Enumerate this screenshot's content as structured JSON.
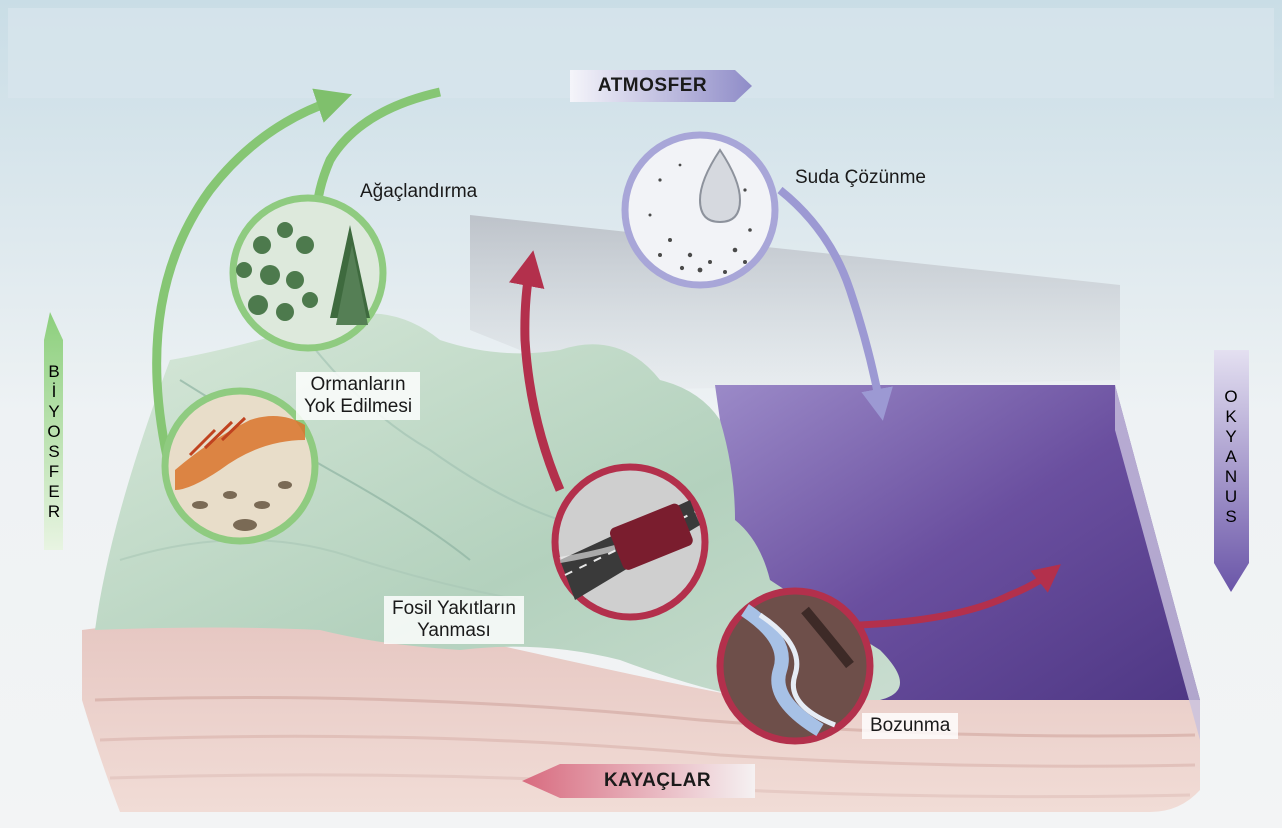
{
  "spheres": {
    "atmosphere": "ATMOSFER",
    "biosphere": "BİYOSFER",
    "ocean": "OKYANUS",
    "rocks": "KAYAÇLAR"
  },
  "processes": {
    "afforestation": "Ağaçlandırma",
    "deforestation_line1": "Ormanların",
    "deforestation_line2": "Yok Edilmesi",
    "dissolution": "Suda Çözünme",
    "fossil_line1": "Fosil Yakıtların",
    "fossil_line2": "Yanması",
    "weathering": "Bozunma"
  },
  "colors": {
    "biosphere_green": "#8cc97a",
    "fossil_red": "#b8304a",
    "ocean_purple": "#5a3f8f",
    "dissolution_lavender": "#a8a6d8"
  }
}
